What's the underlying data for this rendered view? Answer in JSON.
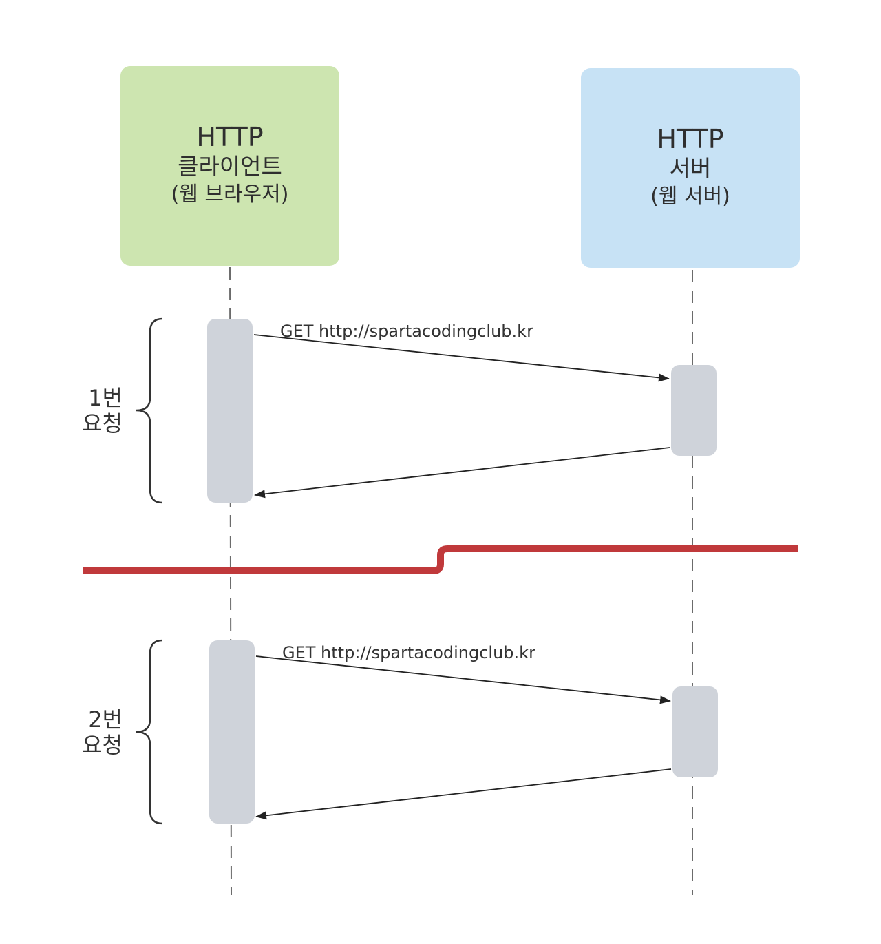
{
  "colors": {
    "client_box": "#cde5b0",
    "server_box": "#c7e2f5",
    "activation": "#cfd3da",
    "lifeline": "#6b6b6b",
    "arrow": "#222222",
    "separator": "#c0393b"
  },
  "actors": {
    "client": {
      "title": "HTTP",
      "subtitle": "클라이언트",
      "detail": "(웹 브라우저)"
    },
    "server": {
      "title": "HTTP",
      "subtitle": "서버",
      "detail": "(웹 서버)"
    }
  },
  "groups": [
    {
      "line1": "1번",
      "line2": "요청",
      "request_label": "GET http://spartacodingclub.kr"
    },
    {
      "line1": "2번",
      "line2": "요청",
      "request_label": "GET http://spartacodingclub.kr"
    }
  ]
}
